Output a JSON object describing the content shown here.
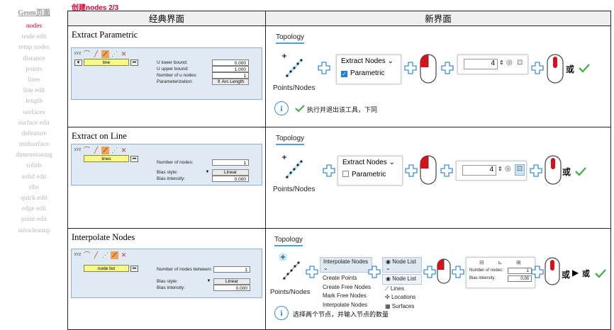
{
  "sidebar": {
    "title": "Geom页面",
    "items": [
      "nodes",
      "node edit",
      "temp nodes",
      "distance",
      "points",
      "lines",
      "line edit",
      "length",
      "surfaces",
      "surface edit",
      "defeature",
      "midsurface",
      "dimensioning",
      "solids",
      "solid edit",
      "ribs",
      "quick edit",
      "edge edit",
      "point edit",
      "autocleanup"
    ],
    "active_index": 0
  },
  "page_heading": "创建nodes 2/3",
  "table": {
    "col_classic": "经典界面",
    "col_new": "新界面",
    "rows": [
      {
        "title": "Extract Parametric",
        "classic": {
          "field_label": "line",
          "labels": [
            "U lower bound:",
            "U upper bound:",
            "Number of u nodes:",
            "Parameterization:"
          ],
          "values": [
            "0.000",
            "1.000",
            "1"
          ],
          "param_button": "Arc Length"
        },
        "new": {
          "tab": "Topology",
          "points_nodes": "Points/Nodes",
          "dropdown": "Extract Nodes",
          "checkbox_label": "Parametric",
          "checkbox_checked": true,
          "number": "4",
          "or": "或",
          "info_text": "执行并退出该工具，下同"
        }
      },
      {
        "title": "Extract on Line",
        "classic": {
          "field_label": "lines",
          "labels": [
            "Number of nodes:",
            "Bias style:",
            "Bias intensity:"
          ],
          "values": [
            "1",
            "0.000"
          ],
          "bias_button": "Linear"
        },
        "new": {
          "tab": "Topology",
          "points_nodes": "Points/Nodes",
          "dropdown": "Extract Nodes",
          "checkbox_label": "Parametric",
          "checkbox_checked": false,
          "number": "4",
          "or": "或"
        }
      },
      {
        "title": "Interpolate Nodes",
        "classic": {
          "field_label": "node list",
          "labels": [
            "Number of nodes between:",
            "Bias style:",
            "Bias intensity:"
          ],
          "values": [
            "1",
            "0.000"
          ],
          "bias_button": "Linear"
        },
        "new": {
          "tab": "Topology",
          "points_nodes": "Points/Nodes",
          "menu_header": "Interpolate Nodes",
          "menu_items": [
            "Create Points",
            "Create Free Nodes",
            "Mark Free Nodes",
            "Interpolate Nodes"
          ],
          "sel_header": "Node List",
          "sel_items": [
            "Node List",
            "Lines",
            "Locations",
            "Surfaces"
          ],
          "panel_labels": [
            "Number of nodes:",
            "Bias intensity:"
          ],
          "panel_values": [
            "1",
            "0.00"
          ],
          "or": "或",
          "info_text": "选择两个节点，并输入节点的数量"
        }
      }
    ]
  },
  "colors": {
    "accent_red": "#e8001c",
    "check_green": "#4cae4c",
    "info_blue": "#3a8ed8"
  }
}
